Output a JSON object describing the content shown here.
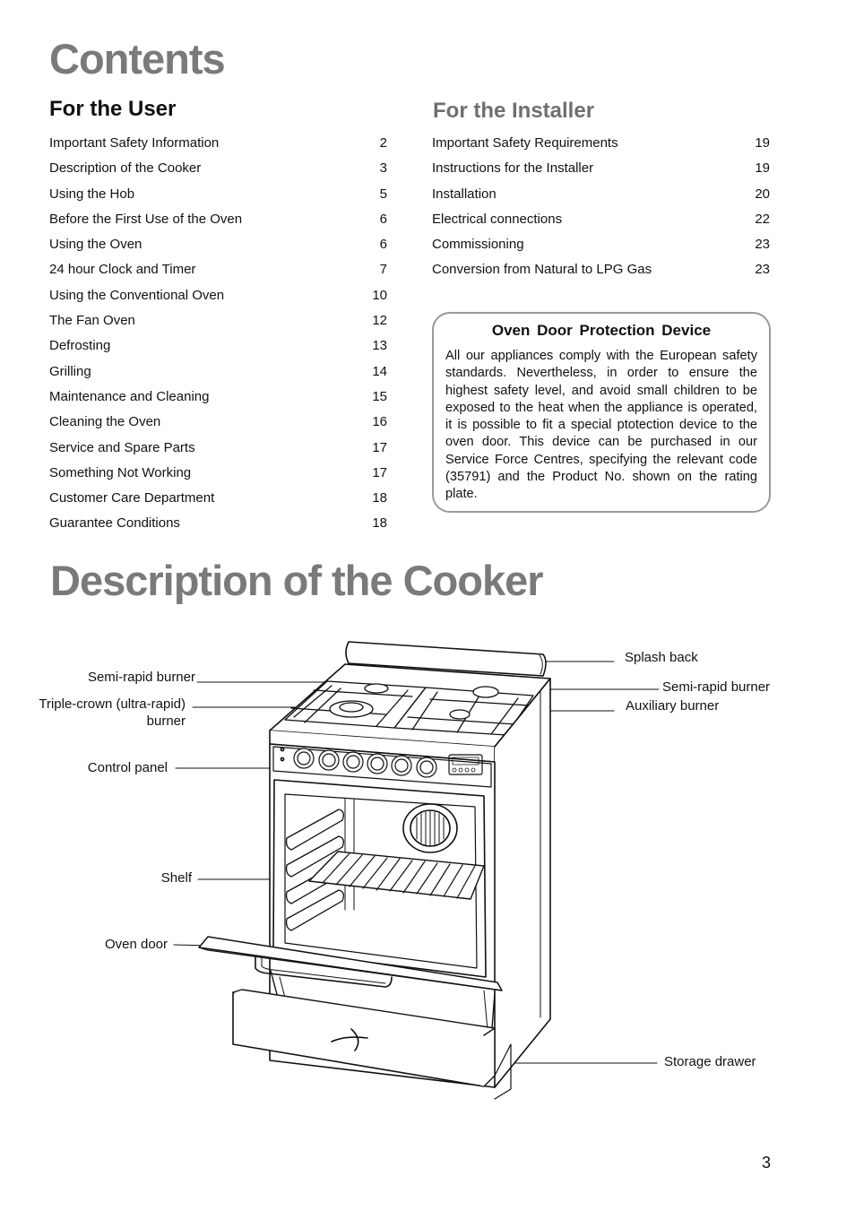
{
  "contents_title": "Contents",
  "user_section": {
    "title": "For the User",
    "items": [
      {
        "label": "Important Safety Information",
        "page": "2"
      },
      {
        "label": "Description of the Cooker",
        "page": "3"
      },
      {
        "label": "Using the Hob",
        "page": "5"
      },
      {
        "label": "Before the First Use of the Oven",
        "page": "6"
      },
      {
        "label": "Using the Oven",
        "page": "6"
      },
      {
        "label": "24 hour Clock and Timer",
        "page": "7"
      },
      {
        "label": "Using the Conventional Oven",
        "page": "10"
      },
      {
        "label": "The Fan Oven",
        "page": "12"
      },
      {
        "label": "Defrosting",
        "page": "13"
      },
      {
        "label": "Grilling",
        "page": "14"
      },
      {
        "label": "Maintenance and Cleaning",
        "page": "15"
      },
      {
        "label": "Cleaning the Oven",
        "page": "16"
      },
      {
        "label": "Service and Spare Parts",
        "page": "17"
      },
      {
        "label": "Something Not Working",
        "page": "17"
      },
      {
        "label": "Customer Care Department",
        "page": "18"
      },
      {
        "label": "Guarantee Conditions",
        "page": "18"
      }
    ]
  },
  "installer_section": {
    "title": "For the Installer",
    "items": [
      {
        "label": "Important Safety Requirements",
        "page": "19"
      },
      {
        "label": "Instructions for the Installer",
        "page": "19"
      },
      {
        "label": "Installation",
        "page": "20"
      },
      {
        "label": "Electrical connections",
        "page": "22"
      },
      {
        "label": "Commissioning",
        "page": "23"
      },
      {
        "label": "Conversion from Natural to LPG Gas",
        "page": "23"
      }
    ]
  },
  "notice": {
    "title": "Oven Door Protection Device",
    "body": "All our appliances comply with the European safety standards. Nevertheless, in order to ensure the highest safety level, and avoid small children to be exposed to the heat when the appliance is operated, it is possible to fit a special ptotection device to the oven door. This device can be purchased in our Service Force Centres, specifying the relevant code (35791) and the Product No. shown on the rating plate."
  },
  "description_title": "Description of the Cooker",
  "diagram_labels": {
    "semi_rapid_left": "Semi-rapid burner",
    "triple_crown_1": "Triple-crown (ultra-rapid)",
    "triple_crown_2": "burner",
    "control_panel": "Control panel",
    "shelf": "Shelf",
    "oven_door": "Oven door",
    "splash_back": "Splash back",
    "semi_rapid_right": "Semi-rapid burner",
    "auxiliary": "Auxiliary burner",
    "storage_drawer": "Storage drawer"
  },
  "page_number": "3"
}
